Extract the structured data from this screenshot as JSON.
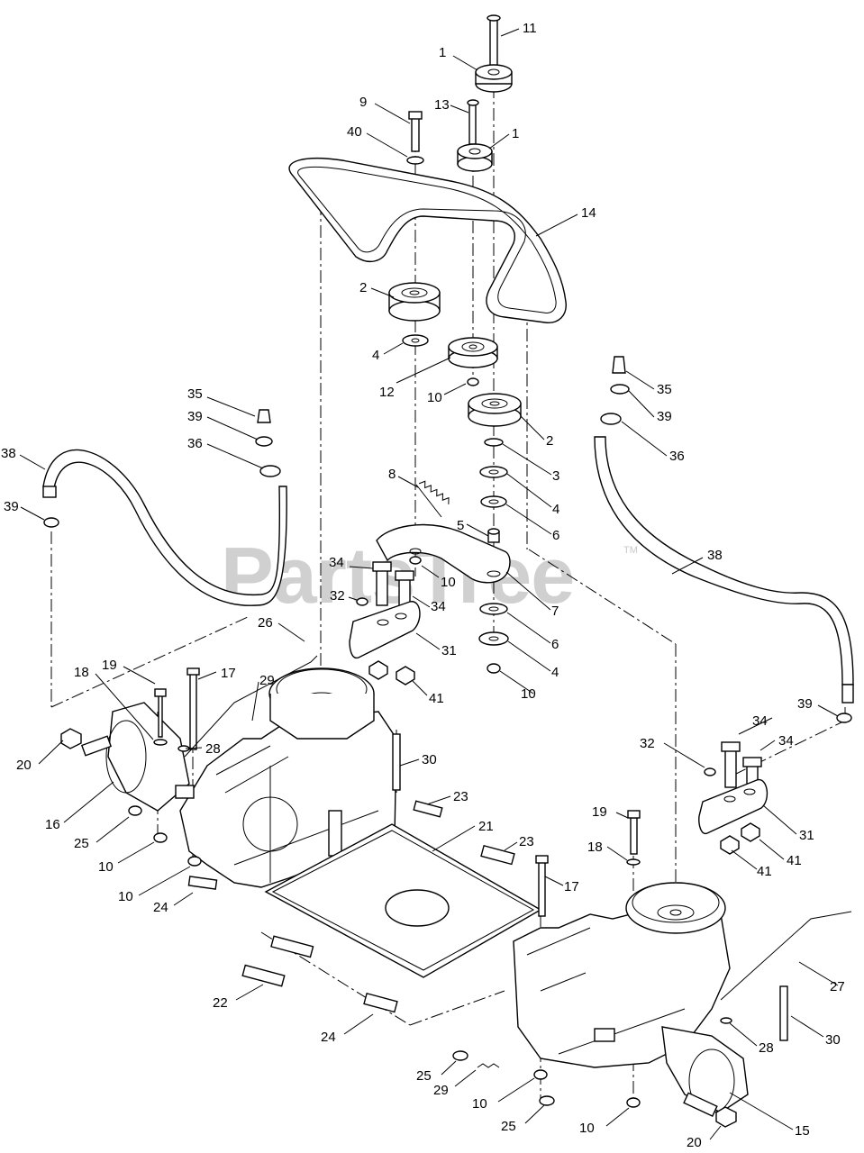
{
  "watermark": {
    "text": "PartsTree",
    "tm": "TM"
  },
  "callouts": [
    {
      "n": "1",
      "text": "1"
    },
    {
      "n": "11",
      "text": "11"
    },
    {
      "n": "9",
      "text": "9"
    },
    {
      "n": "13",
      "text": "13"
    },
    {
      "n": "1b",
      "text": "1"
    },
    {
      "n": "40",
      "text": "40"
    },
    {
      "n": "14",
      "text": "14"
    },
    {
      "n": "2",
      "text": "2"
    },
    {
      "n": "4",
      "text": "4"
    },
    {
      "n": "12",
      "text": "12"
    },
    {
      "n": "10",
      "text": "10"
    },
    {
      "n": "2b",
      "text": "2"
    },
    {
      "n": "3",
      "text": "3"
    },
    {
      "n": "4b",
      "text": "4"
    },
    {
      "n": "6",
      "text": "6"
    },
    {
      "n": "5",
      "text": "5"
    },
    {
      "n": "8",
      "text": "8"
    },
    {
      "n": "10b",
      "text": "10"
    },
    {
      "n": "7",
      "text": "7"
    },
    {
      "n": "6b",
      "text": "6"
    },
    {
      "n": "4c",
      "text": "4"
    },
    {
      "n": "10c",
      "text": "10"
    },
    {
      "n": "34",
      "text": "34"
    },
    {
      "n": "32",
      "text": "32"
    },
    {
      "n": "34b",
      "text": "34"
    },
    {
      "n": "31",
      "text": "31"
    },
    {
      "n": "41",
      "text": "41"
    },
    {
      "n": "35",
      "text": "35"
    },
    {
      "n": "39",
      "text": "39"
    },
    {
      "n": "36",
      "text": "36"
    },
    {
      "n": "38",
      "text": "38"
    },
    {
      "n": "39b",
      "text": "39"
    },
    {
      "n": "35b",
      "text": "35"
    },
    {
      "n": "39c",
      "text": "39"
    },
    {
      "n": "36b",
      "text": "36"
    },
    {
      "n": "38b",
      "text": "38"
    },
    {
      "n": "39d",
      "text": "39"
    },
    {
      "n": "26",
      "text": "26"
    },
    {
      "n": "19",
      "text": "19"
    },
    {
      "n": "17",
      "text": "17"
    },
    {
      "n": "18",
      "text": "18"
    },
    {
      "n": "29",
      "text": "29"
    },
    {
      "n": "28",
      "text": "28"
    },
    {
      "n": "20",
      "text": "20"
    },
    {
      "n": "30",
      "text": "30"
    },
    {
      "n": "16",
      "text": "16"
    },
    {
      "n": "23",
      "text": "23"
    },
    {
      "n": "25",
      "text": "25"
    },
    {
      "n": "10d",
      "text": "10"
    },
    {
      "n": "21",
      "text": "21"
    },
    {
      "n": "10e",
      "text": "10"
    },
    {
      "n": "24",
      "text": "24"
    },
    {
      "n": "32b",
      "text": "32"
    },
    {
      "n": "34c",
      "text": "34"
    },
    {
      "n": "34d",
      "text": "34"
    },
    {
      "n": "31b",
      "text": "31"
    },
    {
      "n": "41b",
      "text": "41"
    },
    {
      "n": "41c",
      "text": "41"
    },
    {
      "n": "19b",
      "text": "19"
    },
    {
      "n": "18b",
      "text": "18"
    },
    {
      "n": "23b",
      "text": "23"
    },
    {
      "n": "17b",
      "text": "17"
    },
    {
      "n": "22",
      "text": "22"
    },
    {
      "n": "24b",
      "text": "24"
    },
    {
      "n": "27",
      "text": "27"
    },
    {
      "n": "28b",
      "text": "28"
    },
    {
      "n": "30b",
      "text": "30"
    },
    {
      "n": "25b",
      "text": "25"
    },
    {
      "n": "29b",
      "text": "29"
    },
    {
      "n": "10f",
      "text": "10"
    },
    {
      "n": "25c",
      "text": "25"
    },
    {
      "n": "10g",
      "text": "10"
    },
    {
      "n": "20b",
      "text": "20"
    },
    {
      "n": "15",
      "text": "15"
    }
  ]
}
